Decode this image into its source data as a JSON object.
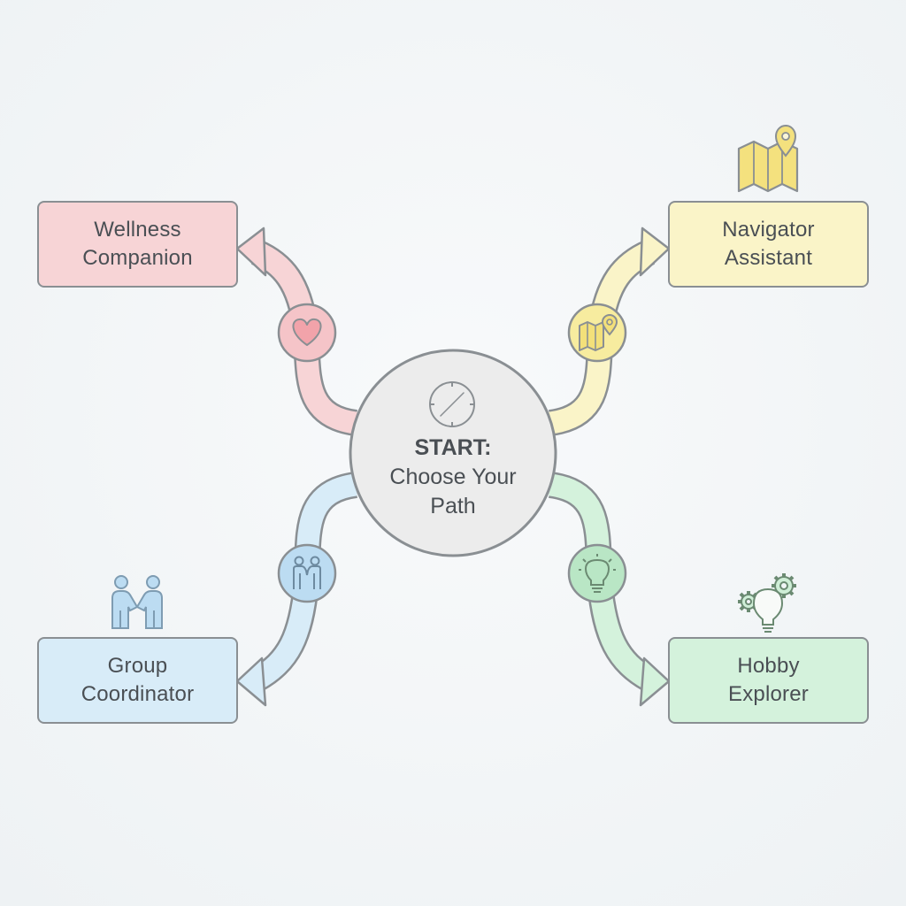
{
  "diagram": {
    "center": {
      "title": "START:",
      "line1": "Choose Your",
      "line2": "Path",
      "icon": "compass-icon"
    },
    "nodes": {
      "wellness": {
        "line1": "Wellness",
        "line2": "Companion",
        "icon": "heart-icon",
        "color": "#f7d4d6",
        "accent": "#f1b9bd"
      },
      "navigator": {
        "line1": "Navigator",
        "line2": "Assistant",
        "icon": "map-pin-icon",
        "color": "#faf4c8",
        "accent": "#f4ea9a"
      },
      "group": {
        "line1": "Group",
        "line2": "Coordinator",
        "icon": "people-holding-hands-icon",
        "color": "#d8ecf8",
        "accent": "#b9dcf3"
      },
      "hobby": {
        "line1": "Hobby",
        "line2": "Explorer",
        "icon": "lightbulb-gears-icon",
        "color": "#d4f2dc",
        "accent": "#b6e7c3"
      }
    }
  }
}
